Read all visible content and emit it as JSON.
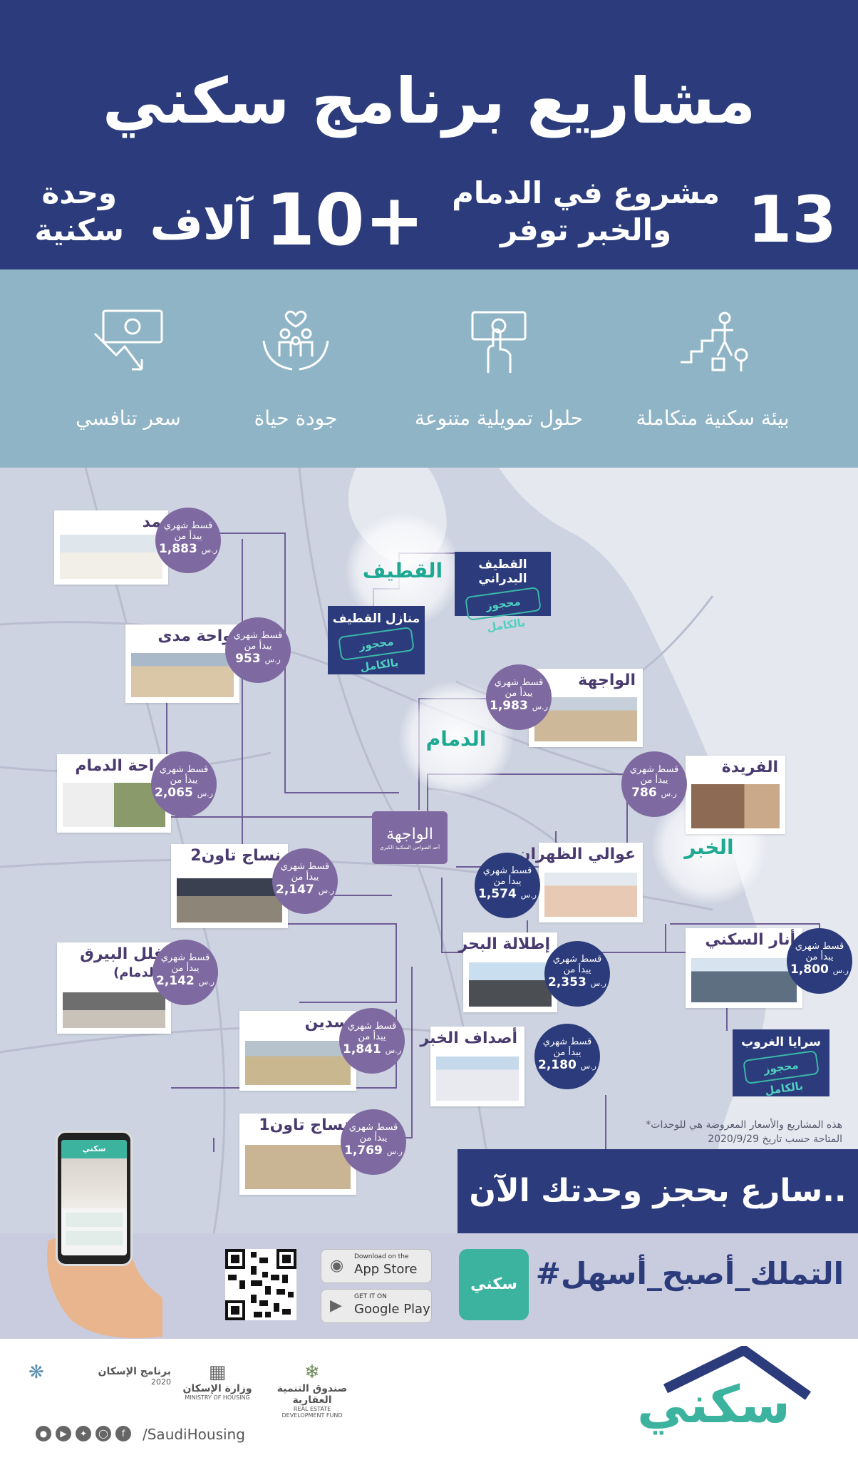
{
  "header": {
    "title": "مشاريع برنامج سكني",
    "count": "13",
    "count_text": "مشروع في الدمام والخبر توفر",
    "units_num": "10+",
    "units_word": "آلاف",
    "units_text": "وحدة سكنية"
  },
  "features": [
    {
      "icon": "neighborhood-icon",
      "label": "بيئة سكنية متكاملة"
    },
    {
      "icon": "money-hand-icon",
      "label": "حلول تمويلية متنوعة"
    },
    {
      "icon": "family-care-icon",
      "label": "جودة حياة"
    },
    {
      "icon": "price-down-icon",
      "label": "سعر تنافسي"
    }
  ],
  "cities": {
    "qatif": "القطيف",
    "dammam": "الدمام",
    "khobar": "الخبر"
  },
  "price_label": {
    "l1": "قسط شهري",
    "l2": "يبدأ من",
    "currency": "ر.س"
  },
  "projects": {
    "mad": {
      "name": "مد",
      "price": "1,883"
    },
    "wahat_mada": {
      "name": "واحة مدى",
      "price": "953"
    },
    "wahat_dammam": {
      "name": "واحة الدمام",
      "price": "2,065"
    },
    "nesaj2": {
      "name": "نساج تاون2",
      "price": "2,147"
    },
    "fall_albairaq": {
      "name": "فلل البيرق",
      "sub": "(الدمام)",
      "price": "2,142"
    },
    "sadin": {
      "name": "سدين",
      "price": "1,841"
    },
    "nesaj1": {
      "name": "نساج تاون1",
      "price": "1,769"
    },
    "waja": {
      "name": "الواجهة",
      "price": "1,983"
    },
    "farida": {
      "name": "الفريدة",
      "price": "786"
    },
    "awali": {
      "name": "عوالي الظهران",
      "price": "1,574"
    },
    "itlala": {
      "name": "إطلالة البحر",
      "price": "2,353"
    },
    "ahdaf": {
      "name": "أصداف الخبر",
      "price": "2,180"
    },
    "anar": {
      "name": "أنار السكني",
      "price": "1,800"
    }
  },
  "sold_out": {
    "label": "محجوز بالكامل",
    "qatif_badrani": "القطيف البدراني",
    "manazil_qatif": "منازل القطيف",
    "saraya": "سرايا الغروب"
  },
  "center_logo": {
    "name": "الواجهة",
    "sub": "أحد الضواحي السكنية الكبرى"
  },
  "disclaimer": "*هذه المشاريع والأسعار المعروضة هي للوحدات المتاحة حسب تاريخ 2020/9/29",
  "cta": "سارع بحجز وحدتك الآن..",
  "hashtag": "#التملك_أصبح_أسهل",
  "app_tile": "سكني",
  "stores": {
    "apple_small": "Download on the",
    "apple_big": "App Store",
    "google_small": "GET IT ON",
    "google_big": "Google Play"
  },
  "phone_app_name": "سكني",
  "footer": {
    "logo_word": "سكني",
    "housing_program": "برنامج الإسكان",
    "housing_year": "2020",
    "ministry": "وزارة الإسكان",
    "ministry_en": "MINISTRY OF HOUSING",
    "fund": "صندوق التنمية العقارية",
    "fund_en": "REAL ESTATE DEVELOPMENT FUND",
    "handle": "/SaudiHousing"
  },
  "colors": {
    "navy": "#2b3b7b",
    "purple": "#7e6aa0",
    "teal": "#3bb39f",
    "band": "#8fb4c6"
  }
}
